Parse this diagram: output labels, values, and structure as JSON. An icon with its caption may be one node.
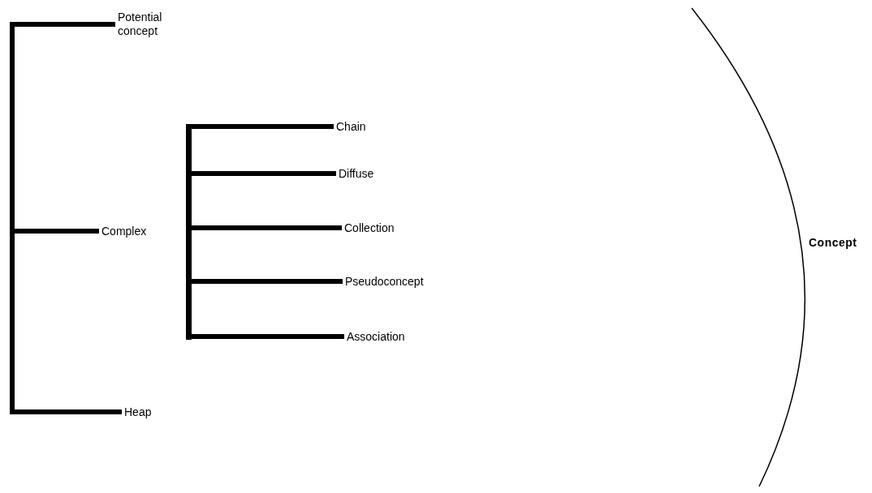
{
  "diagram": {
    "nodes": [
      {
        "text": [],
        "shape": "bar"
      },
      {
        "text": [
          "Potential concept"
        ]
      },
      {
        "text": [
          "Complex"
        ]
      },
      {
        "text": [
          "Heap"
        ]
      },
      {
        "text": [],
        "shape": "bar"
      },
      {
        "text": [
          "Chain"
        ]
      },
      {
        "text": [
          "Diffuse"
        ]
      },
      {
        "text": [
          "Collection"
        ]
      },
      {
        "text": [
          "Pseudoconcept"
        ]
      },
      {
        "text": [
          "Association"
        ]
      }
    ],
    "edges": [
      {
        "from": 0,
        "to": 1,
        "arrow": "none"
      },
      {
        "from": 0,
        "to": 2,
        "arrow": "none"
      },
      {
        "from": 0,
        "to": 3,
        "arrow": "none"
      },
      {
        "from": 4,
        "to": 5,
        "arrow": "none"
      },
      {
        "from": 4,
        "to": 6,
        "arrow": "none"
      },
      {
        "from": 4,
        "to": 7,
        "arrow": "none"
      },
      {
        "from": 4,
        "to": 8,
        "arrow": "none"
      },
      {
        "from": 4,
        "to": 9,
        "arrow": "none"
      }
    ],
    "labels": [
      "Concept"
    ]
  }
}
